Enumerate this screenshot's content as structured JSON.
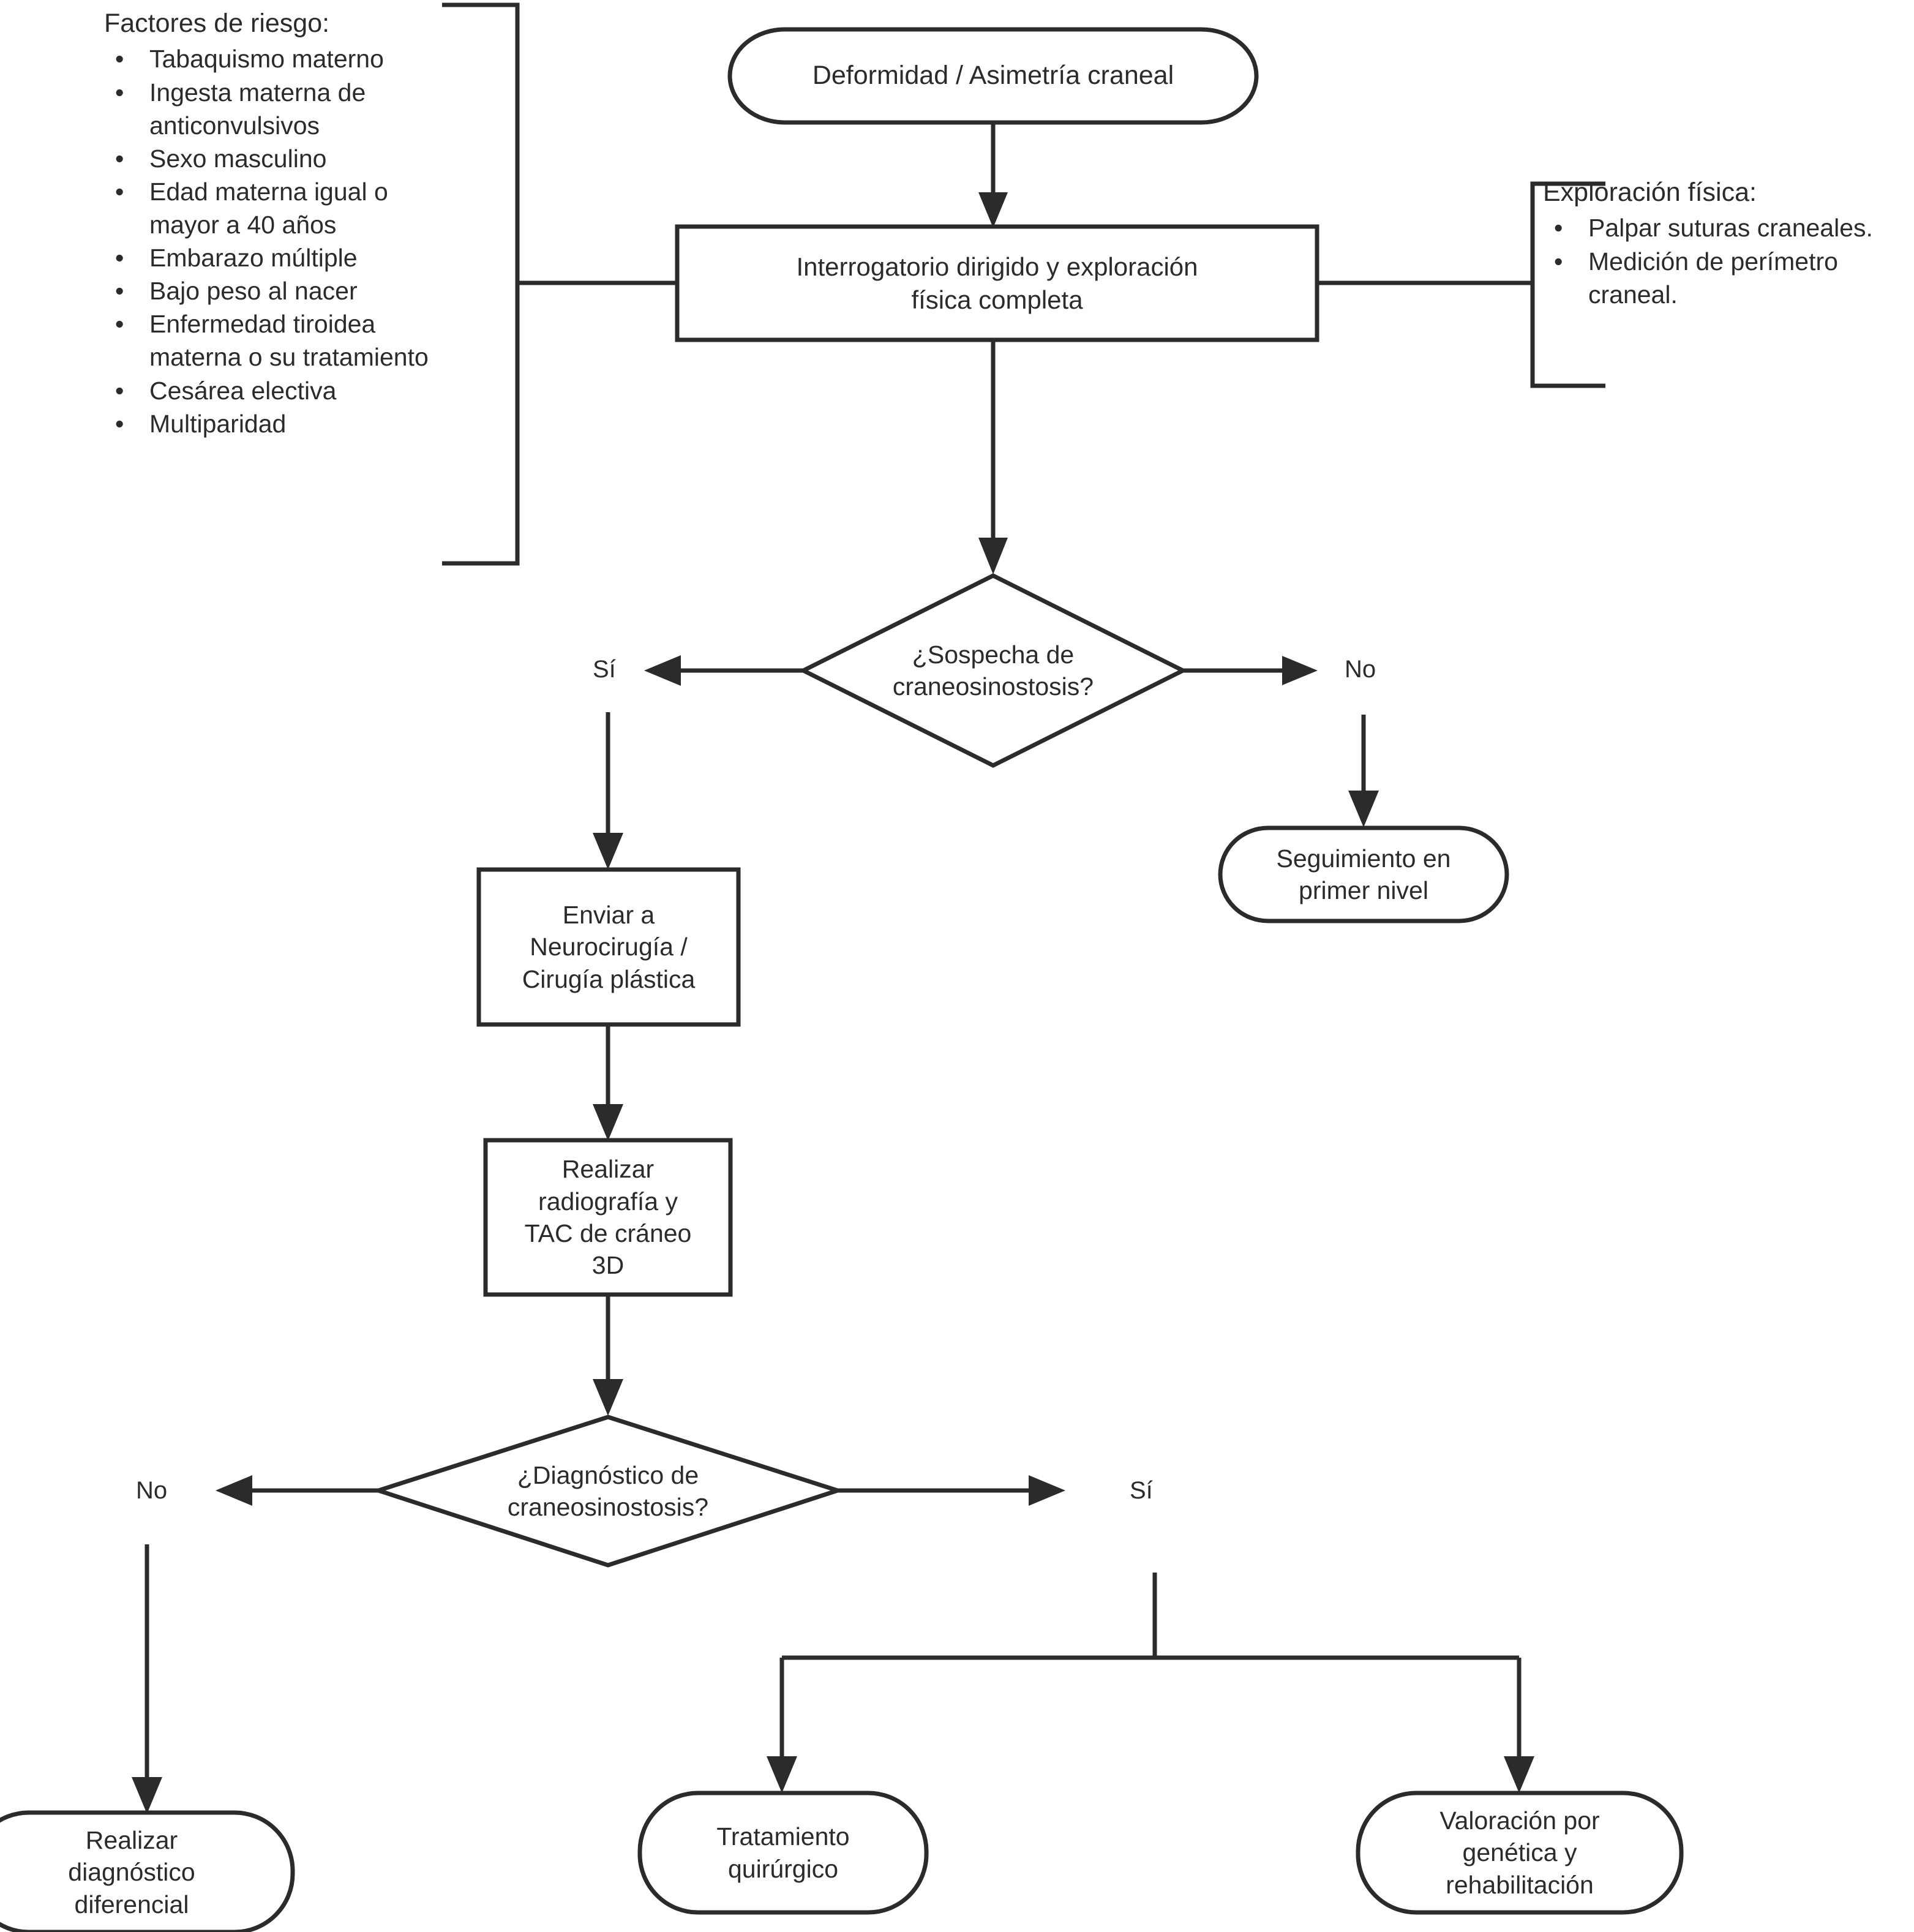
{
  "diagram": {
    "title_implicit": "Algoritmo diagnóstico de craneosinostosis",
    "language": "es",
    "colors": {
      "stroke": "#2b2b2b",
      "fill": "#ffffff",
      "text": "#2b2b2b",
      "background": "#ffffff"
    }
  },
  "risk_factors_panel": {
    "title": "Factores de riesgo:",
    "items": [
      "Tabaquismo materno",
      "Ingesta materna de anticonvulsivos",
      "Sexo masculino",
      "Edad materna igual o mayor a 40 años",
      "Embarazo múltiple",
      "Bajo peso al nacer",
      "Enfermedad tiroidea materna o su tratamiento",
      "Cesárea electiva",
      "Multiparidad"
    ],
    "bullet_glyph": "•"
  },
  "physical_exam_panel": {
    "title": "Exploración física:",
    "items": [
      "Palpar suturas craneales.",
      "Medición de perímetro craneal."
    ],
    "bullet_glyph": "•"
  },
  "nodes": {
    "start": {
      "label": "Deformidad / Asimetría craneal",
      "shape": "stadium"
    },
    "history_exam": {
      "label": "Interrogatorio dirigido y exploración\nfísica completa",
      "shape": "rectangle"
    },
    "decision_suspicion": {
      "label": "¿Sospecha de\ncraneosinostosis?",
      "shape": "diamond"
    },
    "followup": {
      "label": "Seguimiento en\nprimer nivel",
      "shape": "stadium"
    },
    "refer": {
      "label": "Enviar a\nNeurocirugía /\nCirugía plástica",
      "shape": "rectangle"
    },
    "imaging": {
      "label": "Realizar\nradiografía y\nTAC de cráneo\n3D",
      "shape": "rectangle"
    },
    "decision_diagnosis": {
      "label": "¿Diagnóstico de\ncraneosinostosis?",
      "shape": "diamond"
    },
    "differential": {
      "label": "Realizar\ndiagnóstico\ndiferencial",
      "shape": "stadium"
    },
    "surgery": {
      "label": "Tratamiento\nquirúrgico",
      "shape": "stadium"
    },
    "genetics_rehab": {
      "label": "Valoración por\ngenética y\nrehabilitación",
      "shape": "stadium"
    }
  },
  "edge_labels": {
    "suspicion_yes": "Sí",
    "suspicion_no": "No",
    "diagnosis_no": "No",
    "diagnosis_yes": "Sí"
  }
}
